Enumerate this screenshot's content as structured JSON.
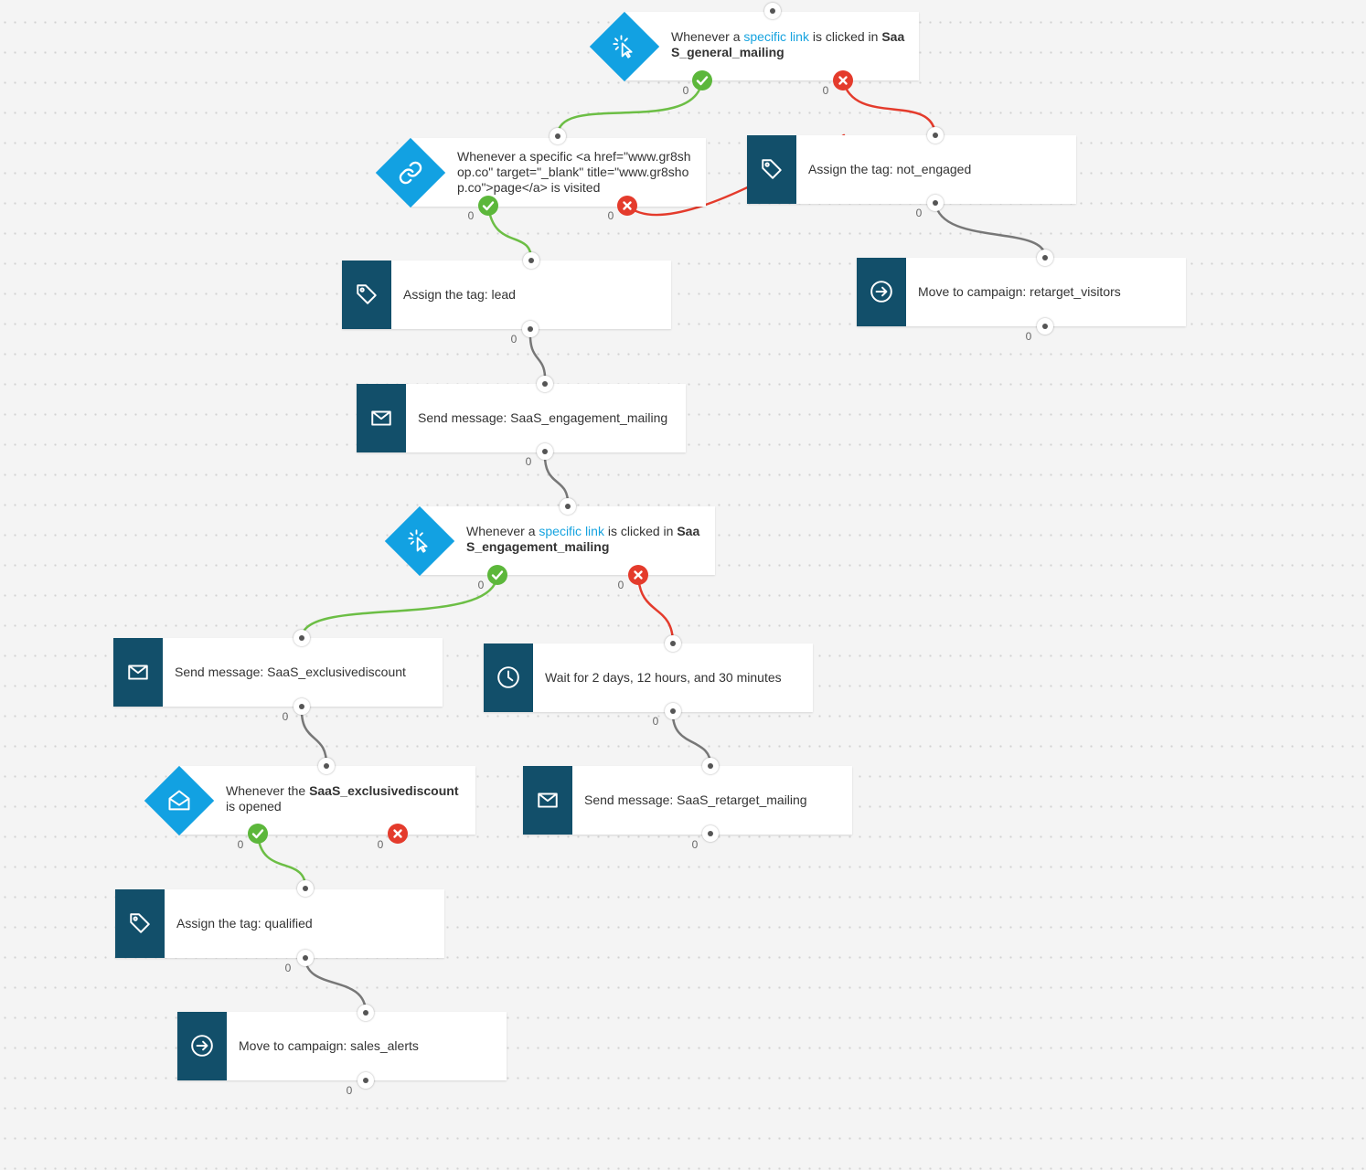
{
  "colors": {
    "action_tile": "#124f6a",
    "condition_diamond": "#12a1e2",
    "link_text": "#16a3df",
    "yes_path": "#6cbe45",
    "no_path": "#e43b2c",
    "default_path": "#777777"
  },
  "nodes": {
    "link_clicked_general": {
      "icon": "cursor-click-icon",
      "prefix": "Whenever a",
      "link": "specific link",
      "middle": "is clicked in",
      "bold": "SaaS_general_mailing",
      "yes_count": "0",
      "no_count": "0"
    },
    "page_visited": {
      "icon": "link-icon",
      "text": "Whenever a specific <a href=\"www.gr8shop.co\" target=\"_blank\" title=\"www.gr8shop.co\">page</a> is visited",
      "yes_count": "0",
      "no_count": "0"
    },
    "tag_not_engaged": {
      "icon": "tag-icon",
      "text": "Assign the tag: not_engaged",
      "count": "0"
    },
    "campaign_retarget": {
      "icon": "move-to-campaign-icon",
      "text": "Move to campaign: retarget_visitors",
      "count": "0"
    },
    "tag_lead": {
      "icon": "tag-icon",
      "text": "Assign the tag: lead",
      "count": "0"
    },
    "send_engagement": {
      "icon": "envelope-icon",
      "text": "Send message: SaaS_engagement_mailing",
      "count": "0"
    },
    "link_clicked_engagement": {
      "icon": "cursor-click-icon",
      "prefix": "Whenever a",
      "link": "specific link",
      "middle": "is clicked in",
      "bold": "SaaS_engagement_mailing",
      "yes_count": "0",
      "no_count": "0"
    },
    "send_exclusive": {
      "icon": "envelope-icon",
      "text": "Send message: SaaS_exclusivediscount",
      "count": "0"
    },
    "wait": {
      "icon": "clock-icon",
      "text": "Wait for 2 days, 12 hours, and 30 minutes",
      "count": "0"
    },
    "message_opened": {
      "icon": "open-envelope-icon",
      "prefix": "Whenever the",
      "bold": "SaaS_exclusivediscount",
      "suffix": "is opened",
      "yes_count": "0",
      "no_count": "0"
    },
    "send_retarget": {
      "icon": "envelope-icon",
      "text": "Send message: SaaS_retarget_mailing",
      "count": "0"
    },
    "tag_qualified": {
      "icon": "tag-icon",
      "text": "Assign the tag: qualified",
      "count": "0"
    },
    "campaign_sales": {
      "icon": "move-to-campaign-icon",
      "text": "Move to campaign: sales_alerts",
      "count": "0"
    }
  }
}
